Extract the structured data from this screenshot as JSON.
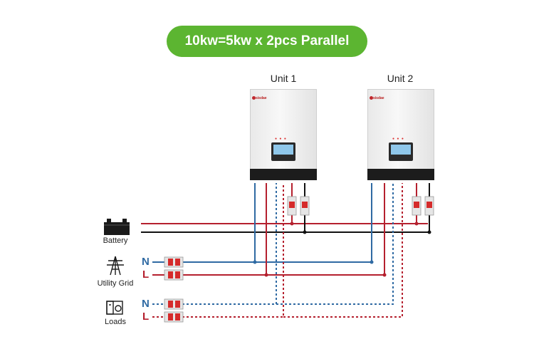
{
  "title": "10kw=5kw x 2pcs Parallel",
  "units": [
    {
      "label": "Unit 1",
      "brand": "sisdae",
      "leds": "● ● ●"
    },
    {
      "label": "Unit 2",
      "brand": "sisdae",
      "leds": "● ● ●"
    }
  ],
  "side_labels": {
    "battery": "Battery",
    "utility_grid": "Utility Grid",
    "loads": "Loads"
  },
  "line_letters": {
    "grid_n": "N",
    "grid_l": "L",
    "load_n": "N",
    "load_l": "L"
  },
  "colors": {
    "accent_green": "#5cb531",
    "neutral_blue": "#2f6aa3",
    "live_red": "#b5202e",
    "dc_black": "#111111",
    "breaker_red": "#d52b2b"
  }
}
